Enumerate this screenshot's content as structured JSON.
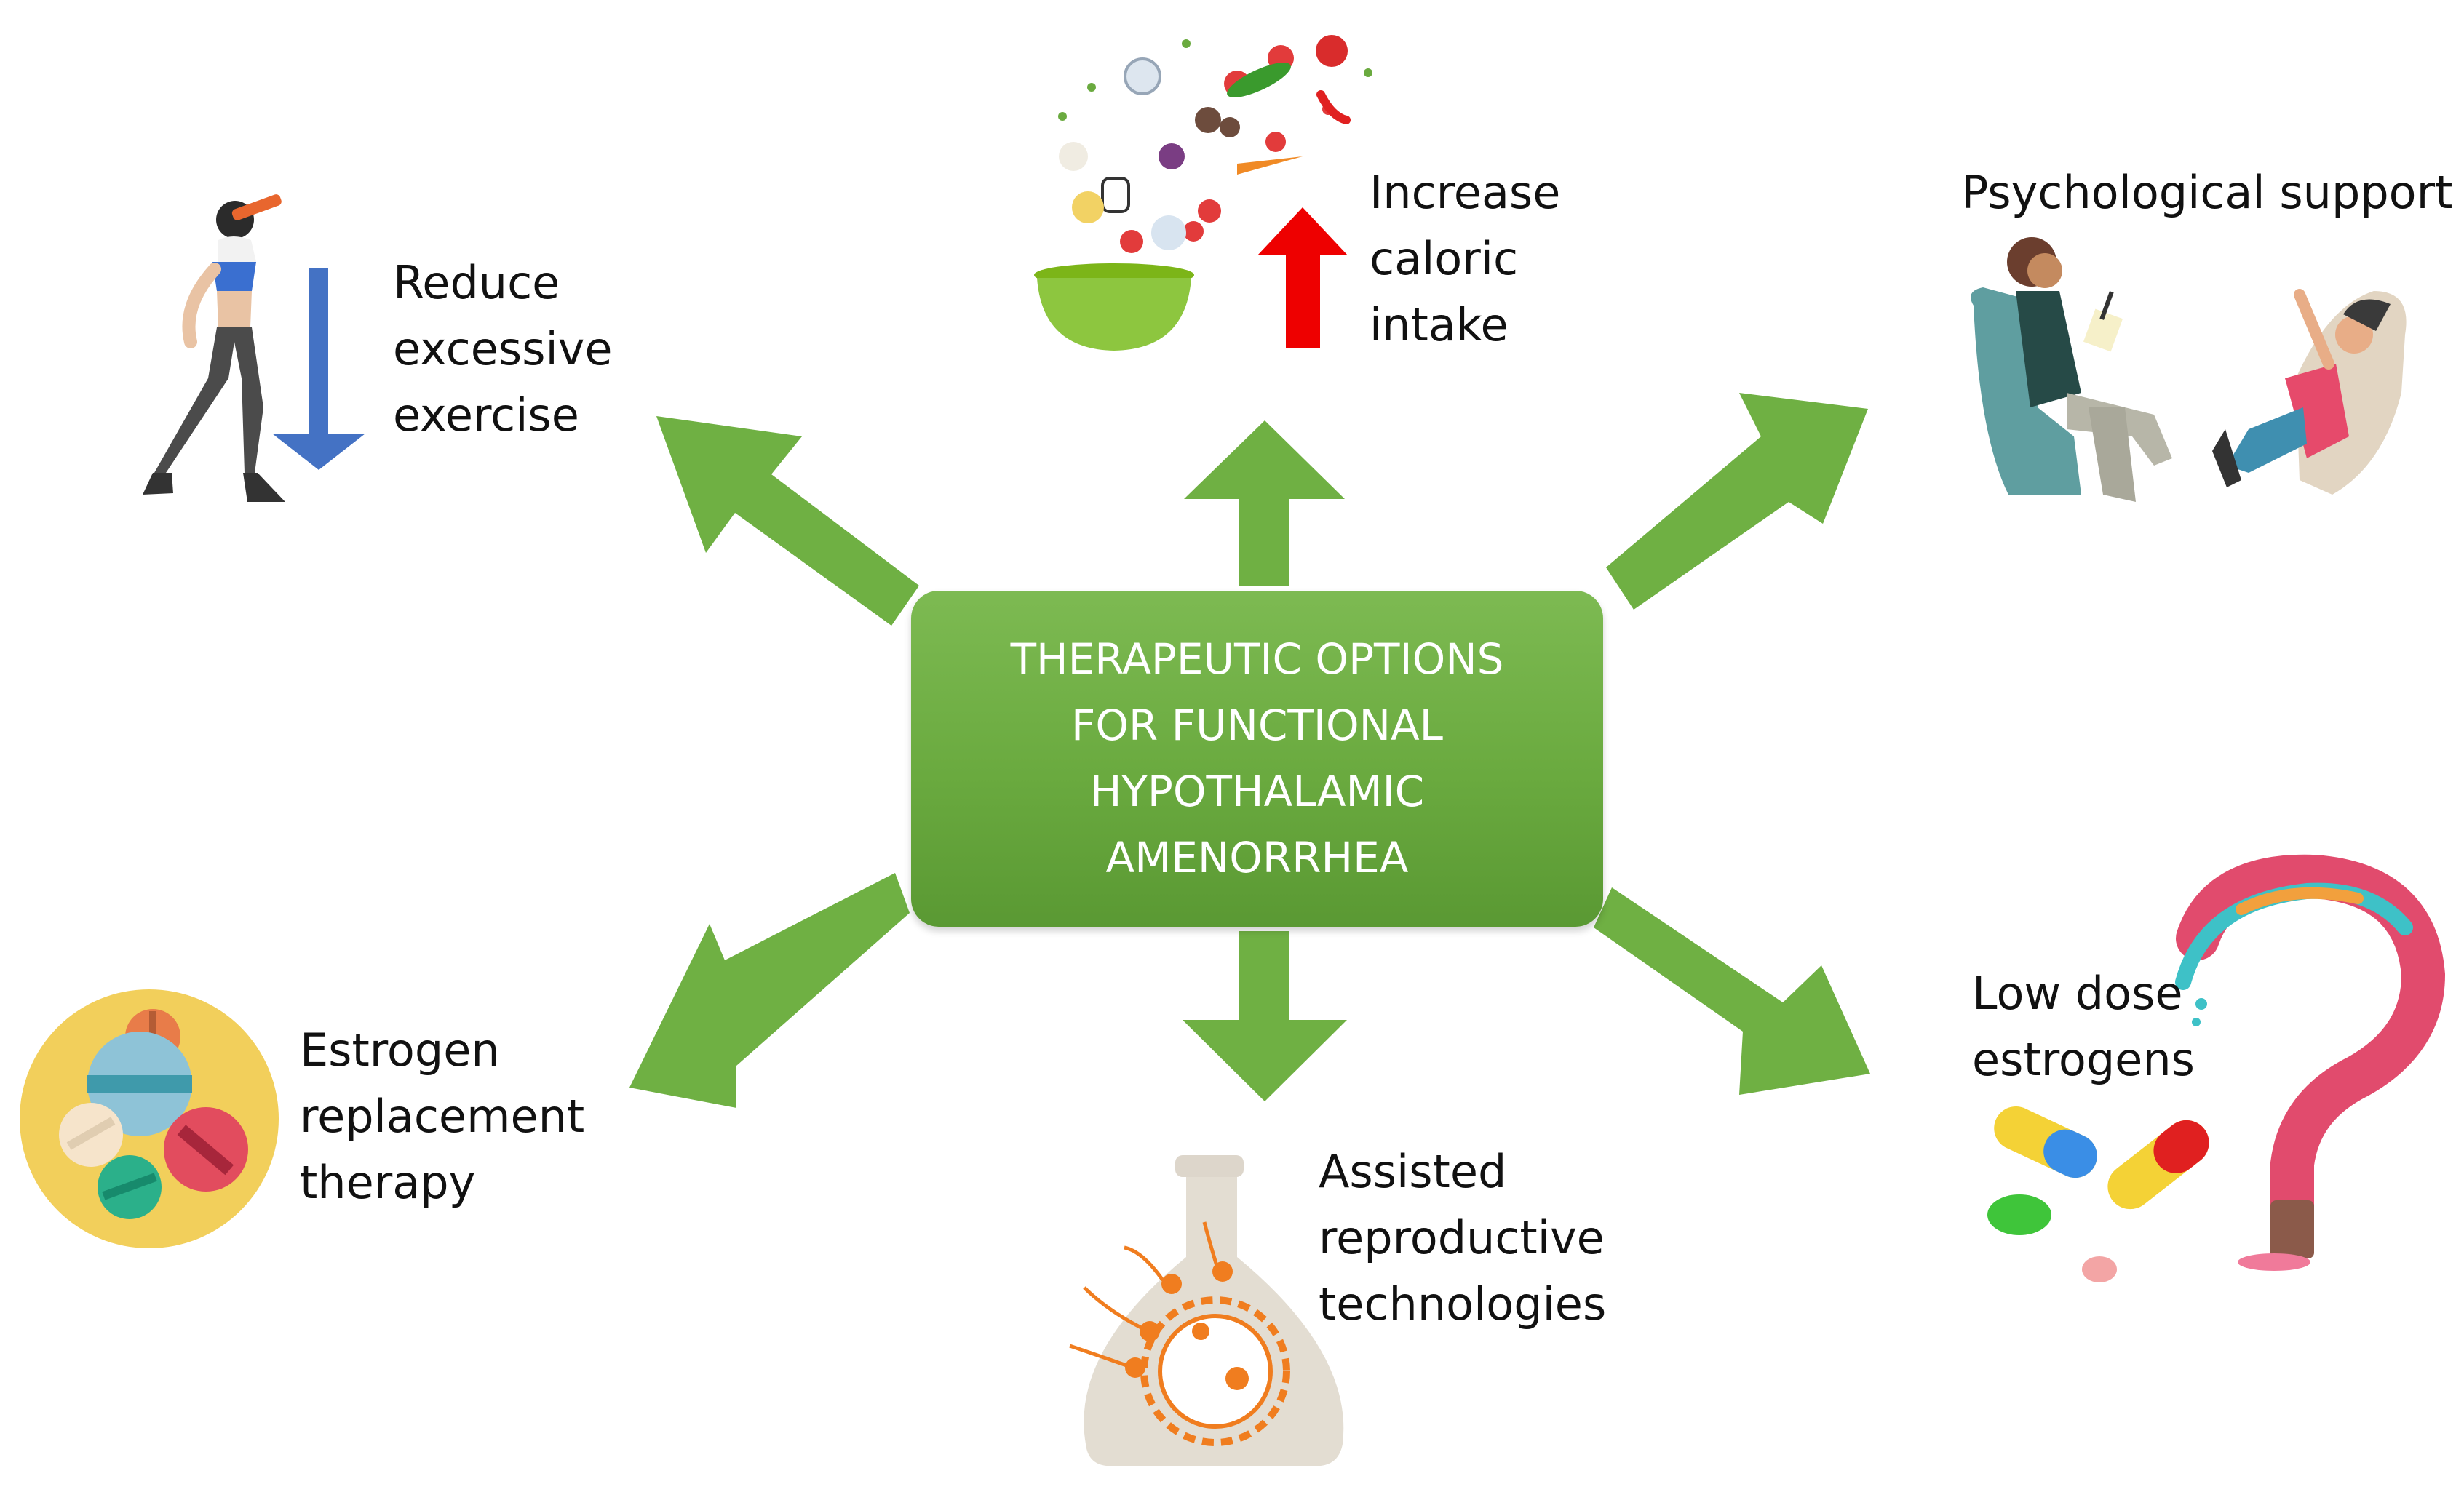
{
  "center": {
    "lines": [
      "THERAPEUTIC OPTIONS",
      "FOR FUNCTIONAL",
      "HYPOTHALAMIC",
      "AMENORRHEA"
    ]
  },
  "options": {
    "exercise": {
      "lines": [
        "Reduce",
        "excessive",
        "exercise"
      ],
      "icon": "woman-drinking-water-icon"
    },
    "caloric": {
      "lines": [
        "Increase",
        "caloric",
        "intake"
      ],
      "icon": "food-bowl-icon"
    },
    "psych": {
      "lines": [
        "Psychological support"
      ],
      "icon": "therapy-session-icon"
    },
    "estrogen_replacement": {
      "lines": [
        "Estrogen",
        "replacement",
        "therapy"
      ],
      "icon": "pills-circle-icon"
    },
    "art": {
      "lines": [
        "Assisted",
        "reproductive",
        "technologies"
      ],
      "icon": "flask-sperm-egg-icon"
    },
    "low_dose": {
      "lines": [
        "Low dose",
        "estrogens"
      ],
      "icon": "question-mark-pills-icon"
    }
  },
  "colors": {
    "arrow_green": "#6fb043",
    "box_green": "#6aaa3f",
    "down_arrow_blue": "#4472c4",
    "up_arrow_red": "#ee0000"
  }
}
